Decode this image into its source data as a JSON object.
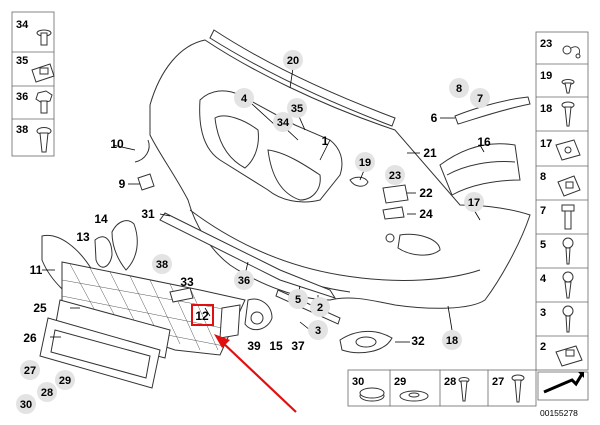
{
  "diagram": {
    "document_id": "00155278",
    "highlight_color": "#e01010",
    "highlighted_callout": "12",
    "callouts_main": [
      "20",
      "4",
      "35",
      "34",
      "1",
      "10",
      "9",
      "19",
      "23",
      "21",
      "22",
      "24",
      "16",
      "17",
      "8",
      "7",
      "6",
      "14",
      "13",
      "31",
      "11",
      "38",
      "33",
      "36",
      "5",
      "2",
      "25",
      "12",
      "39",
      "15",
      "37",
      "3",
      "32",
      "18",
      "26",
      "27",
      "28",
      "29",
      "30"
    ],
    "left_sidebar": [
      "34",
      "35",
      "36",
      "38"
    ],
    "right_sidebar": [
      "23",
      "19",
      "18",
      "17",
      "8",
      "7",
      "5",
      "4",
      "3",
      "2"
    ],
    "bottom_row": [
      "30",
      "29",
      "28",
      "27"
    ]
  }
}
